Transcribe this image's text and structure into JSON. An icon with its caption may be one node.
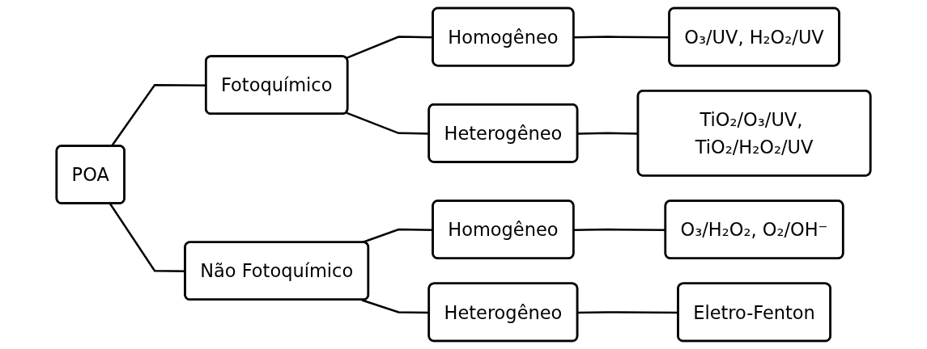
{
  "diagram": {
    "nodes": [
      {
        "text": [
          "POA"
        ]
      },
      {
        "text": [
          "Fotoquímico"
        ]
      },
      {
        "text": [
          "Homogêneo"
        ]
      },
      {
        "text": [
          "O₃/UV, H₂O₂/UV"
        ]
      },
      {
        "text": [
          "Heterogêneo"
        ]
      },
      {
        "text": [
          "TiO₂/O₃/UV, TiO₂/H₂O₂/UV"
        ]
      },
      {
        "text": [
          "Não Fotoquímico"
        ]
      },
      {
        "text": [
          "Homogêneo"
        ]
      },
      {
        "text": [
          "O₃/H₂O₂, O₂/OH⁻"
        ]
      },
      {
        "text": [
          "Heterogêneo"
        ]
      },
      {
        "text": [
          "Eletro-Fenton"
        ]
      }
    ],
    "edges": [
      {
        "from": 0,
        "to": 1,
        "arrow": "none"
      },
      {
        "from": 1,
        "to": 2,
        "arrow": "none"
      },
      {
        "from": 2,
        "to": 3,
        "arrow": "none"
      },
      {
        "from": 1,
        "to": 4,
        "arrow": "none"
      },
      {
        "from": 4,
        "to": 5,
        "arrow": "none"
      },
      {
        "from": 0,
        "to": 6,
        "arrow": "none"
      },
      {
        "from": 6,
        "to": 7,
        "arrow": "none"
      },
      {
        "from": 7,
        "to": 8,
        "arrow": "none"
      },
      {
        "from": 6,
        "to": 9,
        "arrow": "none"
      },
      {
        "from": 9,
        "to": 10,
        "arrow": "none"
      }
    ]
  }
}
